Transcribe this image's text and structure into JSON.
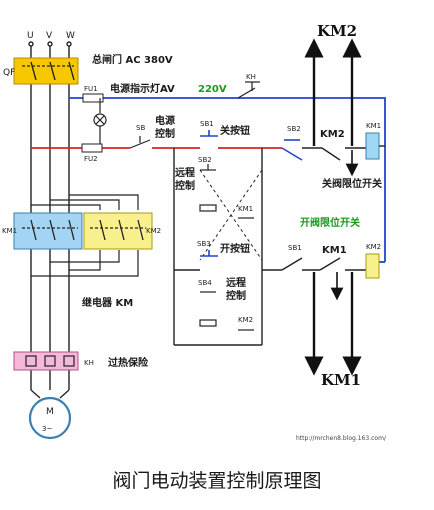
{
  "phases": [
    "U",
    "V",
    "W"
  ],
  "labels": {
    "qf": "QF",
    "main_switch": "总闸门 AC 380V",
    "fu1": "FU1",
    "fu2": "FU2",
    "power_lamp": "电源指示灯AV",
    "voltage": "220V",
    "kh_top": "KH",
    "sb_power": "SB",
    "power_control": "电源控制",
    "sb1_top": "SB1",
    "close_button": "关按钮",
    "sb2_top": "SB2",
    "km2_contact_top": "KM2",
    "km1_coil_top": "KM1",
    "close_limit": "关阀限位开关",
    "remote1": "远程控制",
    "sb2_mid": "SB2",
    "km1_mid": "KM1",
    "open_limit": "开阀限位开关",
    "sb3": "SB3",
    "open_button": "开按钮",
    "sb1_mid": "SB1",
    "km1_contact_mid": "KM1",
    "km2_coil_mid": "KM2",
    "sb4": "SB4",
    "remote2": "远程控制",
    "km2_low": "KM2",
    "km1_left": "KM1",
    "km2_left": "KM2",
    "relay": "继电器 KM",
    "kh_left": "KH",
    "overheat": "过热保险",
    "motor_m": "M",
    "motor_3": "3~",
    "km2_big": "KM2",
    "km1_big": "KM1",
    "url": "http://mrchen8.blog.163.com/"
  },
  "caption": "阀门电动装置控制原理图"
}
